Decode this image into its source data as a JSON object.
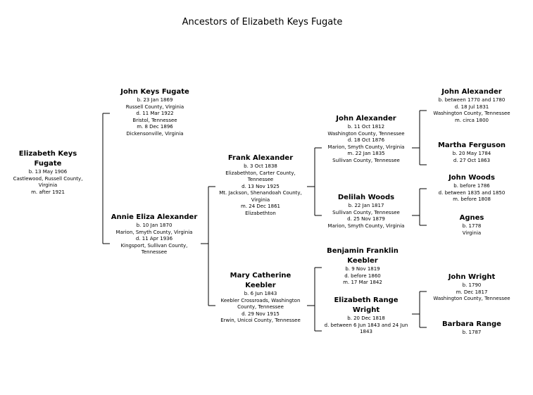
{
  "title": "Ancestors of Elizabeth Keys Fugate",
  "people": [
    {
      "id": "elizabeth-keys-fugate",
      "name": "Elizabeth Keys Fugate",
      "lines": [
        "b. 13 May 1906",
        "Castlewood, Russell County, Virginia",
        "m. after 1921"
      ]
    },
    {
      "id": "john-keys-fugate",
      "name": "John Keys Fugate",
      "lines": [
        "b. 23 Jan 1869",
        "Russell County, Virginia",
        "d. 11 Mar 1922",
        "Bristol, Tennessee",
        "m. 8 Dec 1896",
        "Dickensonville, Virginia"
      ]
    },
    {
      "id": "annie-eliza-alexander",
      "name": "Annie Eliza Alexander",
      "lines": [
        "b. 10 Jan 1870",
        "Marion, Smyth County, Virginia",
        "d. 11 Apr 1936",
        "Kingsport, Sullivan County, Tennessee"
      ]
    },
    {
      "id": "frank-alexander",
      "name": "Frank Alexander",
      "lines": [
        "b. 3 Oct 1838",
        "Elizabethton, Carter County, Tennessee",
        "d. 13 Nov 1925",
        "Mt. Jackson, Shenandoah County, Virginia",
        "m. 24 Dec 1861",
        "Elizabethton"
      ]
    },
    {
      "id": "mary-catherine-keebler",
      "name": "Mary Catherine Keebler",
      "lines": [
        "b. 6 Jun 1843",
        "Keebler Crossroads, Washington County, Tennessee",
        "d. 29 Nov 1915",
        "Erwin, Unicoi County, Tennessee"
      ]
    },
    {
      "id": "john-alexander-1812",
      "name": "John Alexander",
      "lines": [
        "b. 11 Oct 1812",
        "Washington County, Tennessee",
        "d. 18 Oct 1876",
        "Marion, Smyth County, Virginia",
        "m. 22 Jan 1835",
        "Sullivan County, Tennessee"
      ]
    },
    {
      "id": "delilah-woods",
      "name": "Delilah Woods",
      "lines": [
        "b. 22 Jan 1817",
        "Sullivan County, Tennessee",
        "d. 25 Nov 1879",
        "Marion, Smyth County, Virginia"
      ]
    },
    {
      "id": "benjamin-franklin-keebler",
      "name": "Benjamin Franklin Keebler",
      "lines": [
        "b. 9 Nov 1819",
        "d. before 1860",
        "m. 17 Mar 1842"
      ]
    },
    {
      "id": "elizabeth-range-wright",
      "name": "Elizabeth Range Wright",
      "lines": [
        "b. 20 Dec 1818",
        "d. between 6 Jun 1843 and 24 Jun 1843"
      ]
    },
    {
      "id": "john-alexander-1770",
      "name": "John Alexander",
      "lines": [
        "b. between 1770 and 1780",
        "d. 18 Jul 1831",
        "Washington County, Tennessee",
        "m. circa 1800"
      ]
    },
    {
      "id": "martha-ferguson",
      "name": "Martha Ferguson",
      "lines": [
        "b. 20 May 1784",
        "d. 27 Oct 1863"
      ]
    },
    {
      "id": "john-woods",
      "name": "John Woods",
      "lines": [
        "b. before 1786",
        "d. between 1835 and 1850",
        "m. before 1808"
      ]
    },
    {
      "id": "agnes",
      "name": "Agnes",
      "lines": [
        "b. 1778",
        "Virginia"
      ]
    },
    {
      "id": "john-wright",
      "name": "John Wright",
      "lines": [
        "b. 1790",
        "m. Dec 1817",
        "Washington County, Tennessee"
      ]
    },
    {
      "id": "barbara-range",
      "name": "Barbara Range",
      "lines": [
        "b. 1787"
      ]
    }
  ]
}
